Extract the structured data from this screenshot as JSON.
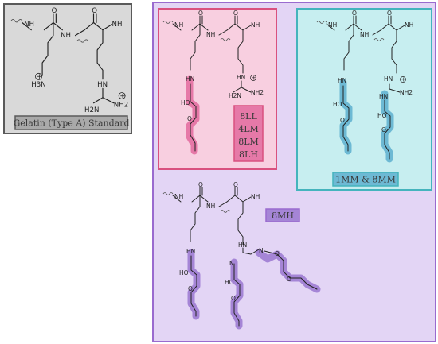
{
  "panels": {
    "standard": {
      "label": "Gelatin (Type A) Standard"
    },
    "low": {
      "labels": [
        "8LL",
        "4LM",
        "8LM",
        "8LH"
      ]
    },
    "medium": {
      "label": "1MM & 8MM"
    },
    "high": {
      "label": "8MH"
    }
  },
  "atoms": {
    "nh": "NH",
    "hn": "HN",
    "n": "N",
    "o": "O",
    "ho": "HO",
    "h3n": "H3N",
    "h2n": "H2N",
    "nh2": "NH2",
    "plus": "+"
  },
  "colors": {
    "gray_fill": "#d9d9d9",
    "gray_border": "#5a5a5a",
    "pink_fill": "#f8cfe0",
    "pink_border": "#d9517f",
    "pink_highlight": "#e679a8",
    "cyan_fill": "#c7eef0",
    "cyan_border": "#44b4bd",
    "cyan_highlight": "#6db9d4",
    "purple_fill": "#e3d5f5",
    "purple_border": "#9a6bcf",
    "purple_highlight": "#a585d6"
  }
}
